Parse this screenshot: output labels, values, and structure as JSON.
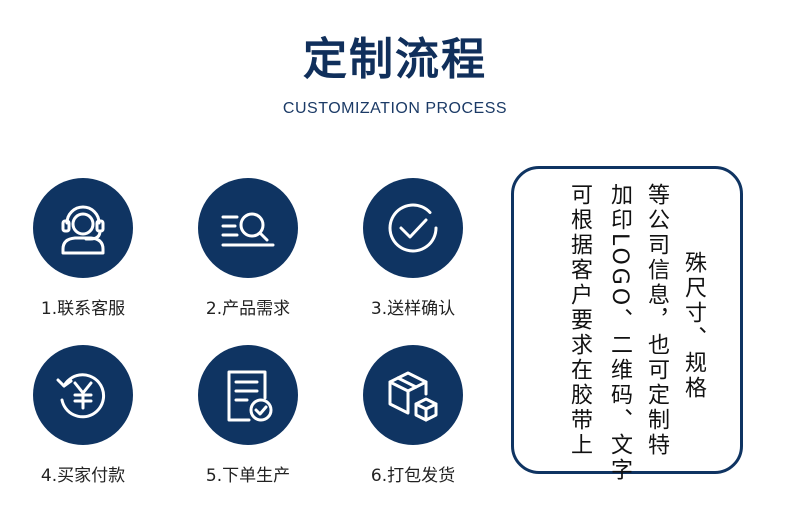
{
  "header": {
    "title": "定制流程",
    "subtitle": "CUSTOMIZATION PROCESS"
  },
  "steps": [
    {
      "label": "1.联系客服",
      "icon": "customer-service-icon"
    },
    {
      "label": "2.产品需求",
      "icon": "search-list-icon"
    },
    {
      "label": "3.送样确认",
      "icon": "checkmark-circle-icon"
    },
    {
      "label": "4.买家付款",
      "icon": "yuan-refresh-icon"
    },
    {
      "label": "5.下单生产",
      "icon": "document-check-icon"
    },
    {
      "label": "6.打包发货",
      "icon": "package-boxes-icon"
    }
  ],
  "note": {
    "columns": [
      "殊尺寸、规格",
      "等公司信息，也可定制特",
      "加印LOGO、二维码、文字",
      "可根据客户要求在胶带上"
    ]
  },
  "colors": {
    "primary": "#0f3462",
    "title": "#102f5b",
    "text": "#222222"
  }
}
